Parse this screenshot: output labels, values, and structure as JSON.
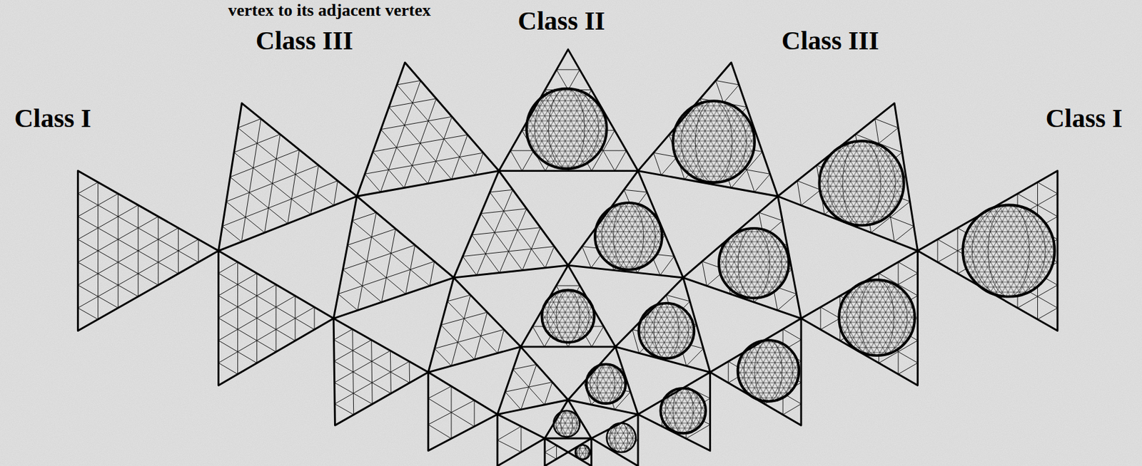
{
  "diagram": {
    "labels": [
      "vertex to its adjacent vertex",
      "Class III",
      "Class II",
      "Class III",
      "Class I",
      "Class I"
    ]
  }
}
